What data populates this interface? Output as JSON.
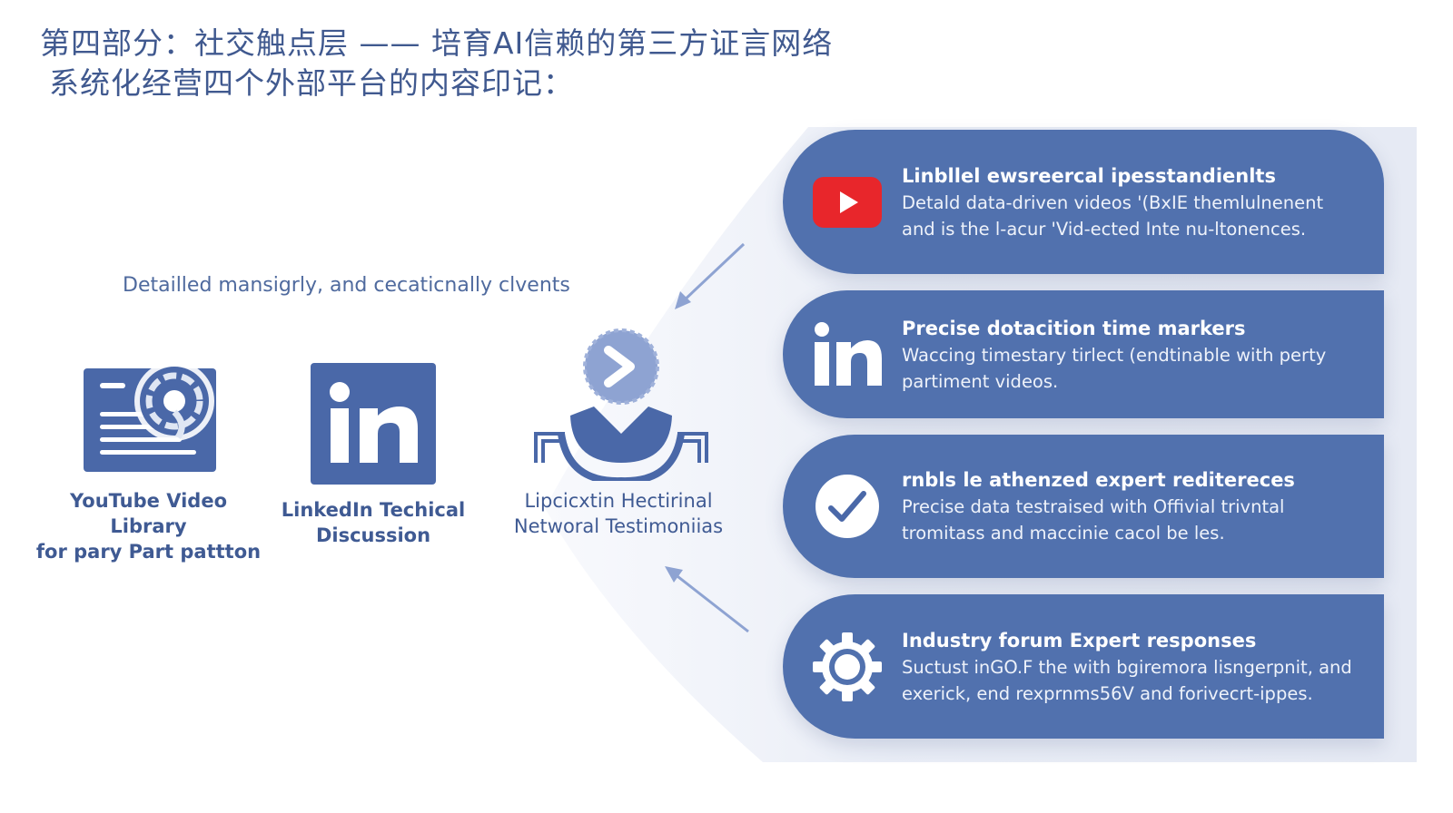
{
  "header": {
    "title_line1": "第四部分：社交触点层 —— 培育AI信赖的第三方证言网络",
    "title_line2": "系统化经营四个外部平台的内容印记："
  },
  "left_panel": {
    "subtitle": "Detailled mansigrly, and cecaticnally clvents",
    "platforms": [
      {
        "icon": "video-library-icon",
        "label_line1": "YouTube  Video Library",
        "label_line2": "for pary Part pattton"
      },
      {
        "icon": "linkedin-icon",
        "label_line1": "LinkedIn Techical",
        "label_line2": "Discussion"
      },
      {
        "icon": "network-person-icon",
        "label_line1": "Lipcicxtin Hectirinal",
        "label_line2": "Networal Testimoniias"
      }
    ]
  },
  "cards": [
    {
      "icon": "youtube-play-icon",
      "title": "Linbllel ewsreercal ipesstandienlts",
      "desc_line1": "Detald data-driven videos '(BxIE themlulnenent",
      "desc_line2": "and is the l-acur 'Vid-ected Inte nu-ltonences."
    },
    {
      "icon": "linkedin-icon",
      "title": "Precise dotacition time markers",
      "desc_line1": "Waccing timestary tirlect (endtinable with perty",
      "desc_line2": "partiment videos."
    },
    {
      "icon": "checkmark-icon",
      "title": "rnbls le athenzed expert reditereces",
      "desc_line1": "Precise data testraised with Offivial trivntal",
      "desc_line2": "tromitass and maccinie cacol be les."
    },
    {
      "icon": "gear-icon",
      "title": "Industry forum Expert responses",
      "desc_line1": "Suctust inGO.F the with bgiremora lisngerpnit, and",
      "desc_line2": "exerick, end rexprnms56V and forivecrt-ippes."
    }
  ],
  "colors": {
    "primary_blue": "#5171ae",
    "title_blue": "#40598f",
    "youtube_red": "#e8262b",
    "fan_bg": "#eef1f8"
  }
}
